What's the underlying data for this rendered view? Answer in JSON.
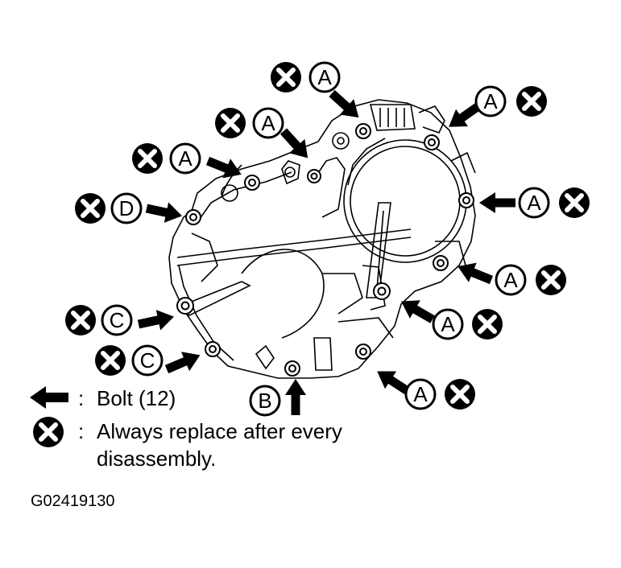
{
  "figure_id": "G02419130",
  "legend": {
    "bolt_colon": ":",
    "bolt_text": "Bolt (12)",
    "replace_colon": ":",
    "replace_line1": "Always replace after every",
    "replace_line2": "disassembly."
  },
  "bolt_letters": {
    "a": "A",
    "b": "B",
    "c": "C",
    "d": "D"
  },
  "icons": {
    "bolt": "bolt-arrow-icon",
    "replace": "replace-x-icon"
  },
  "colors": {
    "ink": "#000000",
    "paper": "#ffffff"
  }
}
